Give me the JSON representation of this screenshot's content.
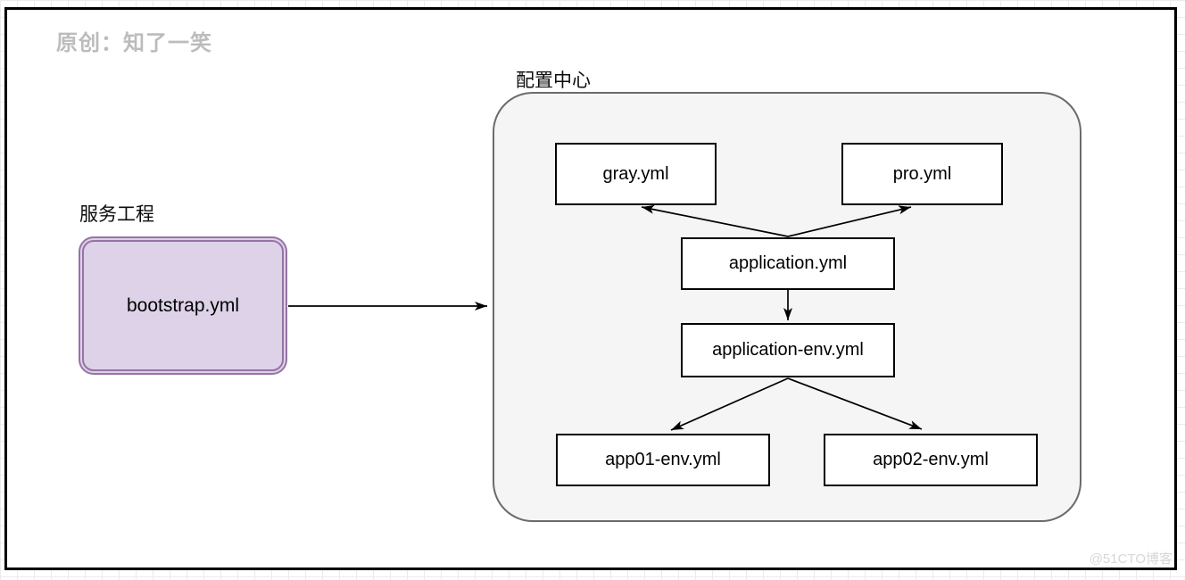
{
  "page": {
    "watermark_top": "原创：知了一笑",
    "watermark_bottom": "@51CTO博客"
  },
  "diagram": {
    "service_group": {
      "label": "服务工程"
    },
    "config_center": {
      "label": "配置中心"
    },
    "nodes": {
      "bootstrap": {
        "label": "bootstrap.yml"
      },
      "gray": {
        "label": "gray.yml"
      },
      "pro": {
        "label": "pro.yml"
      },
      "application": {
        "label": "application.yml"
      },
      "application_env": {
        "label": "application-env.yml"
      },
      "app01_env": {
        "label": "app01-env.yml"
      },
      "app02_env": {
        "label": "app02-env.yml"
      }
    },
    "edges": [
      {
        "from": "bootstrap.yml",
        "to": "配置中心"
      },
      {
        "from": "application.yml",
        "to": "gray.yml"
      },
      {
        "from": "application.yml",
        "to": "pro.yml"
      },
      {
        "from": "application.yml",
        "to": "application-env.yml"
      },
      {
        "from": "application-env.yml",
        "to": "app01-env.yml"
      },
      {
        "from": "application-env.yml",
        "to": "app02-env.yml"
      }
    ],
    "colors": {
      "service_node_fill": "#ddd2e7",
      "service_node_stroke": "#9673a6",
      "container_fill": "#f5f5f5",
      "container_stroke": "#6b6b6b",
      "node_fill": "#ffffff",
      "node_stroke": "#000000",
      "arrow": "#000000"
    }
  }
}
